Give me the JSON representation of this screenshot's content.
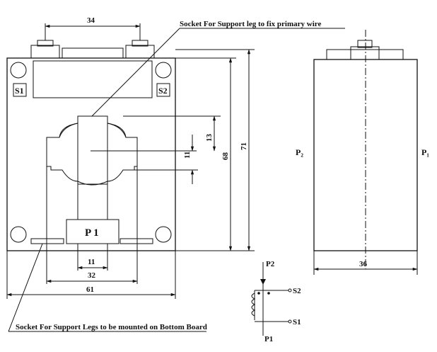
{
  "labels": {
    "socket_top": "Socket For Support leg to fix primary wire",
    "socket_bottom": "Socket For Support Legs to be mounted on Bottom Board",
    "s1_box": "S1",
    "s2_box": "S2",
    "p1_box": "P 1",
    "side_p2": "P₂",
    "side_p1": "P₁"
  },
  "dimensions": {
    "d34": "34",
    "d13": "13",
    "d11_vertical": "11",
    "d68": "68",
    "d71": "71",
    "d11_horizontal": "11",
    "d32": "32",
    "d61": "61",
    "d36": "36"
  },
  "schematic": {
    "p2": "P2",
    "p1": "P1",
    "s2": "S2",
    "s1": "S1"
  }
}
